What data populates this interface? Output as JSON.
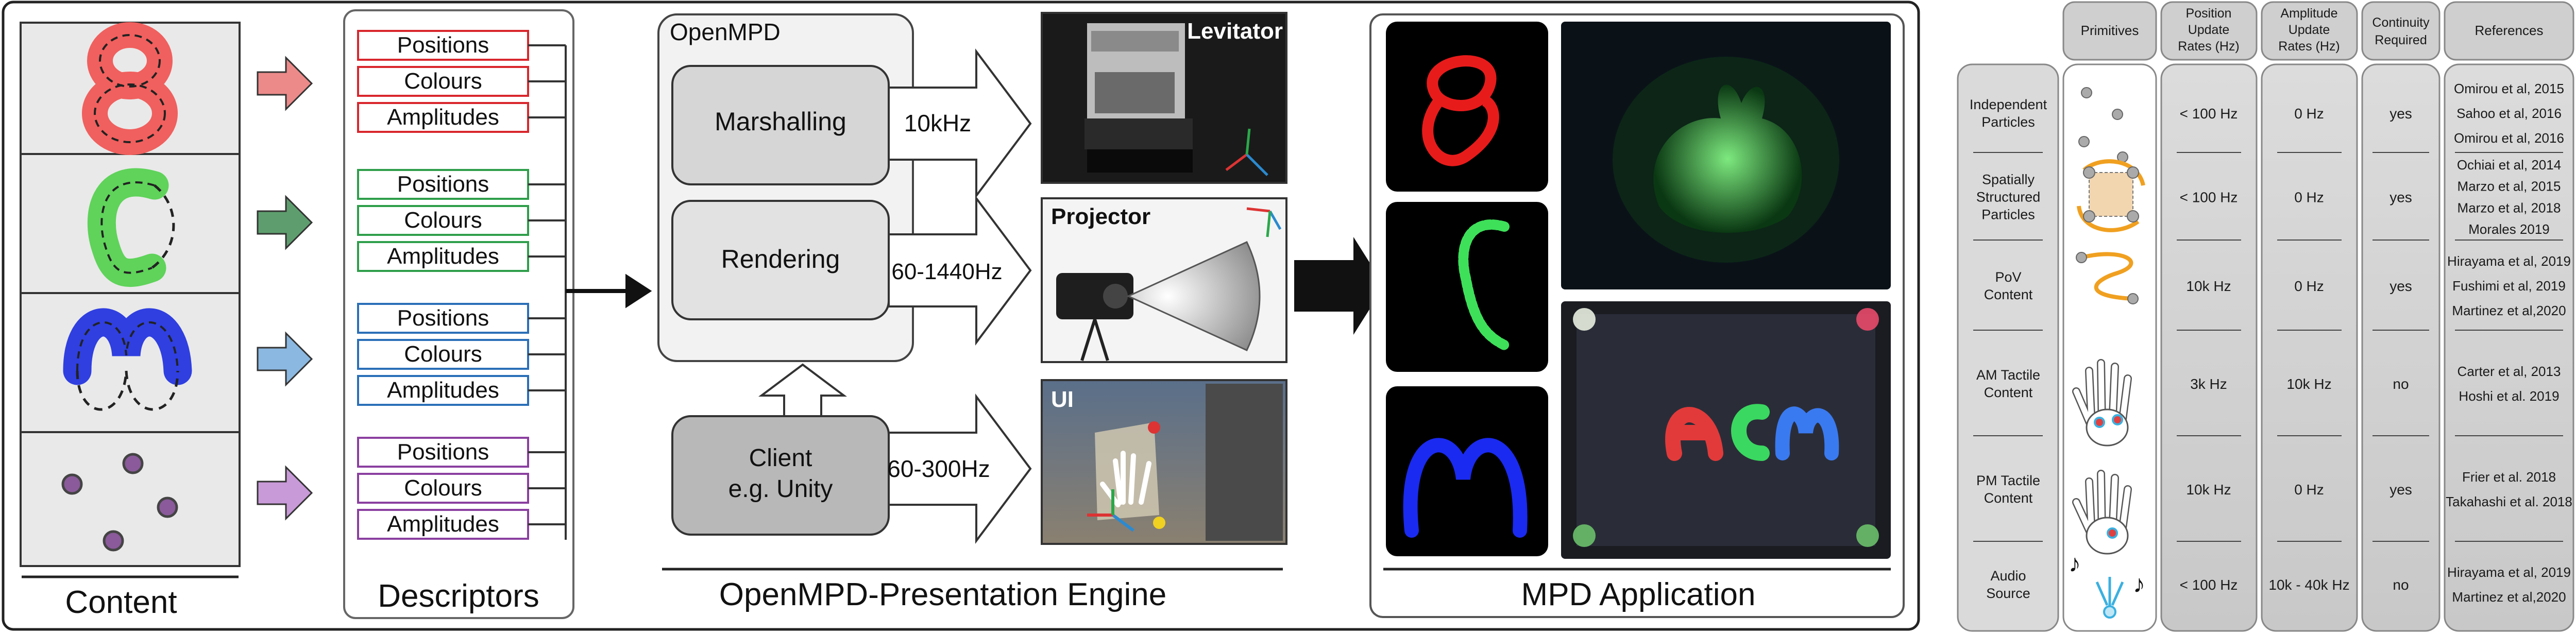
{
  "diagram": {
    "content_label": "Content",
    "descriptors_label": "Descriptors",
    "engine_label": "OpenMPD-Presentation Engine",
    "application_label": "MPD Application",
    "openmpd_title": "OpenMPD",
    "stages": {
      "marshalling": "Marshalling",
      "rendering": "Rendering",
      "client_line1": "Client",
      "client_line2": "e.g. Unity"
    },
    "rates": {
      "levitator": "10kHz",
      "projector": "60-1440Hz",
      "ui": "60-300Hz"
    },
    "devices": {
      "levitator": "Levitator",
      "projector": "Projector",
      "ui": "UI"
    },
    "descriptor_groups": [
      {
        "color": "#d9262c",
        "items": [
          "Positions",
          "Colours",
          "Amplitudes"
        ]
      },
      {
        "color": "#2e9e4a",
        "items": [
          "Positions",
          "Colours",
          "Amplitudes"
        ]
      },
      {
        "color": "#2a6fb8",
        "items": [
          "Positions",
          "Colours",
          "Amplitudes"
        ]
      },
      {
        "color": "#8b3fa0",
        "items": [
          "Positions",
          "Colours",
          "Amplitudes"
        ]
      }
    ],
    "content_colors": [
      "#f0605e",
      "#5fd35a",
      "#2f3fe0",
      "#7a4a9a"
    ],
    "arrow_colors": [
      "#ec8a8a",
      "#5e9e6e",
      "#8bb8e0",
      "#c89ad8"
    ],
    "primitive_colors": [
      "#f0605e",
      "#5fd35a",
      "#2f3fe0"
    ]
  },
  "table": {
    "headers": {
      "primitives": "Primitives",
      "position_line1": "Position",
      "position_line2": "Update",
      "position_line3": "Rates (Hz)",
      "amplitude_line1": "Amplitude",
      "amplitude_line2": "Update",
      "amplitude_line3": "Rates (Hz)",
      "continuity_line1": "Continuity",
      "continuity_line2": "Required",
      "references": "References"
    },
    "rows": [
      {
        "category_lines": [
          "Independent",
          "Particles"
        ],
        "position_rate": "< 100 Hz",
        "amplitude_rate": "0 Hz",
        "continuity": "yes",
        "references": [
          "Omirou et al, 2015",
          "Sahoo et al, 2016",
          "Omirou et al, 2016"
        ]
      },
      {
        "category_lines": [
          "Spatially",
          "Structured",
          "Particles"
        ],
        "position_rate": "< 100 Hz",
        "amplitude_rate": "0 Hz",
        "continuity": "yes",
        "references": [
          "Ochiai et al, 2014",
          "Marzo et al, 2015",
          "Marzo et al, 2018",
          "Morales 2019"
        ]
      },
      {
        "category_lines": [
          "PoV",
          "Content"
        ],
        "position_rate": "10k Hz",
        "amplitude_rate": "0 Hz",
        "continuity": "yes",
        "references": [
          "Hirayama et al, 2019",
          "Fushimi et al, 2019",
          "Martinez et al,2020"
        ]
      },
      {
        "category_lines": [
          "AM Tactile",
          "Content"
        ],
        "position_rate": "3k Hz",
        "amplitude_rate": "10k Hz",
        "continuity": "no",
        "references": [
          "Carter et al, 2013",
          "Hoshi et al. 2019"
        ]
      },
      {
        "category_lines": [
          "PM Tactile",
          "Content"
        ],
        "position_rate": "10k Hz",
        "amplitude_rate": "0 Hz",
        "continuity": "yes",
        "references": [
          "Frier et al. 2018",
          "Takahashi et al. 2018"
        ]
      },
      {
        "category_lines": [
          "Audio",
          "Source"
        ],
        "position_rate": "< 100 Hz",
        "amplitude_rate": "10k - 40k Hz",
        "continuity": "no",
        "references": [
          "Hirayama et al, 2019",
          "Martinez et al,2020"
        ]
      }
    ]
  }
}
